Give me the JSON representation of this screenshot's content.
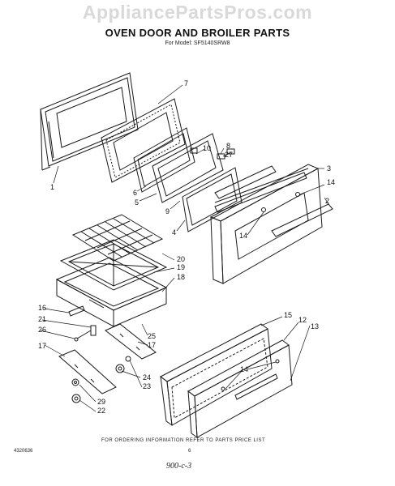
{
  "watermark": "AppliancePartsPros.com",
  "title": "OVEN DOOR AND BROILER PARTS",
  "model": "For Model: SF5140SRW8",
  "footer": {
    "ordering": "FOR ORDERING INFORMATION REFER TO PARTS PRICE LIST",
    "doc_code": "4320636",
    "page": "6",
    "handwritten": "900-c-3"
  },
  "callouts": [
    "1",
    "2",
    "3",
    "4",
    "5",
    "6",
    "7",
    "8",
    "9",
    "10",
    "12",
    "13",
    "14",
    "14",
    "14",
    "15",
    "16",
    "17",
    "17",
    "18",
    "19",
    "20",
    "21",
    "22",
    "23",
    "24",
    "25",
    "26",
    "27",
    "29"
  ],
  "colors": {
    "line": "#1a1a1a",
    "watermark": "#d9d9d9"
  }
}
